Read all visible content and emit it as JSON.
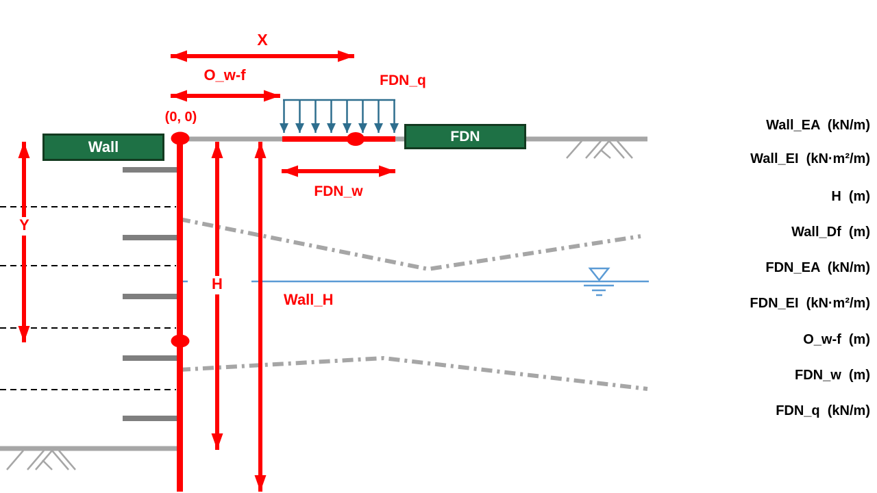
{
  "colors": {
    "red": "#FF0000",
    "green_fill": "#1E7145",
    "green_border": "#133A20",
    "water_blue": "#5B9BD5",
    "load_blue": "#2E6E8E",
    "gray_light": "#A6A6A6",
    "gray_dark": "#7F7F7F",
    "black": "#000000"
  },
  "diagram": {
    "origin_label": "(0, 0)",
    "wall_box": "Wall",
    "fdn_box": "FDN",
    "dims": {
      "x": "X",
      "o_w_f": "O_w-f",
      "fdn_q": "FDN_q",
      "fdn_w": "FDN_w",
      "y": "Y",
      "h": "H",
      "wall_h": "Wall_H"
    }
  },
  "parameters": {
    "labels": [
      "Wall_EA  (kN/m)",
      "Wall_EI  (kN·m²/m)",
      "H  (m)",
      "Wall_Df  (m)",
      "FDN_EA  (kN/m)",
      "FDN_EI  (kN·m²/m)",
      "O_w-f  (m)",
      "FDN_w  (m)",
      "FDN_q  (kN/m)"
    ]
  }
}
